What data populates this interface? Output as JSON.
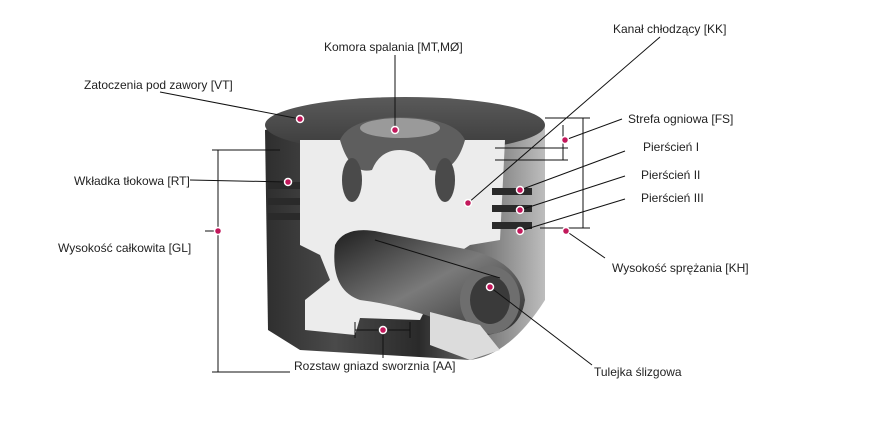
{
  "labels": {
    "kk": "Kanał chłodzący [KK]",
    "mt": "Komora spalania [MT,MØ]",
    "vt": "Zatoczenia pod zawory [VT]",
    "fs": "Strefa ogniowa [FS]",
    "p1": "Pierścień I",
    "p2": "Pierścień II",
    "p3": "Pierścień III",
    "rt": "Wkładka tłokowa [RT]",
    "gl": "Wysokość całkowita [GL]",
    "kh": "Wysokość sprężania [KH]",
    "aa": "Rozstaw gniazd sworznia [AA]",
    "tul": "Tulejka ślizgowa"
  },
  "colors": {
    "marker": "#c2185b",
    "leader": "#111111",
    "background": "#ffffff",
    "metal_dark": "#3a3a3a",
    "metal_light": "#e8e8e8"
  }
}
